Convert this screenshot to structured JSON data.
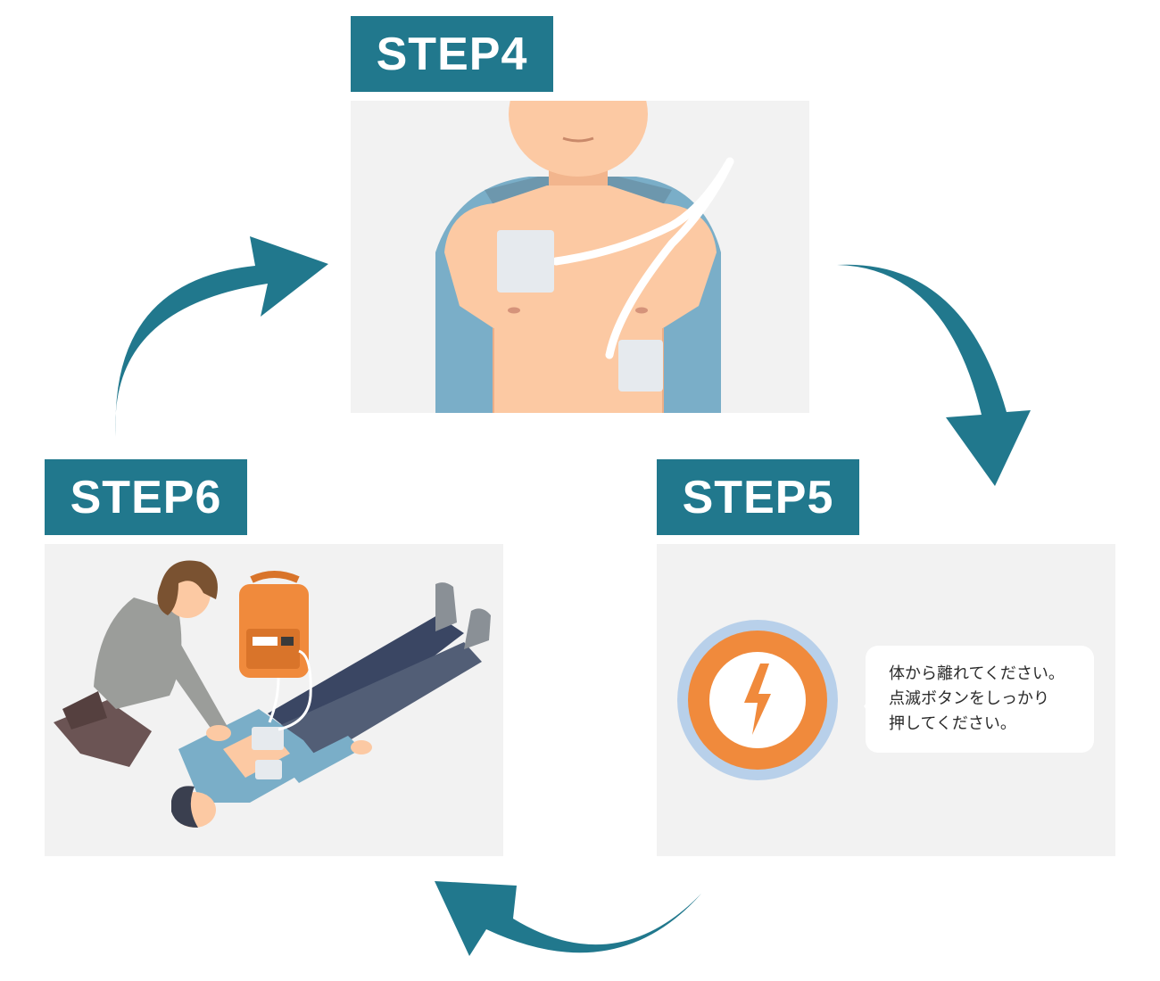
{
  "steps": [
    {
      "label": "STEP4"
    },
    {
      "label": "STEP5"
    },
    {
      "label": "STEP6"
    }
  ],
  "step5_message": {
    "line1": "体から離れてください。",
    "line2": "点滅ボタンをしっかり",
    "line3": "押してください。"
  },
  "colors": {
    "accent": "#21788d",
    "panel_bg": "#f2f2f2",
    "skin": "#fcc9a3",
    "shirt_blue": "#7aaec8",
    "aed_orange": "#f08a3c",
    "button_ring": "#b8d0ea"
  },
  "icons": [
    "cycle-arrow-icon",
    "lightning-icon"
  ]
}
